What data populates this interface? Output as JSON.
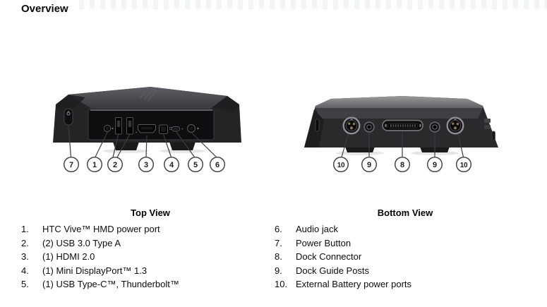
{
  "page": {
    "title": "Overview"
  },
  "figures": {
    "top_view": {
      "callouts": [
        "7",
        "1",
        "2",
        "3",
        "4",
        "5",
        "6"
      ]
    },
    "bottom_view": {
      "callouts": [
        "10",
        "9",
        "8",
        "9",
        "10"
      ]
    }
  },
  "legend": {
    "top_view": {
      "heading": "Top View",
      "items": [
        {
          "num": "1.",
          "label": "HTC Vive™ HMD power port"
        },
        {
          "num": "2.",
          "label": "(2) USB 3.0 Type A"
        },
        {
          "num": "3.",
          "label": "(1) HDMI 2.0"
        },
        {
          "num": "4.",
          "label": "(1) Mini DisplayPort™ 1.3"
        },
        {
          "num": "5.",
          "label": "(1) USB Type-C™, Thunderbolt™"
        }
      ]
    },
    "bottom_view": {
      "heading": "Bottom View",
      "items": [
        {
          "num": "6.",
          "label": "Audio jack"
        },
        {
          "num": "7.",
          "label": "Power Button"
        },
        {
          "num": "8.",
          "label": "Dock Connector"
        },
        {
          "num": "9.",
          "label": "Dock Guide Posts"
        },
        {
          "num": "10.",
          "label": "External Battery power ports"
        }
      ]
    }
  }
}
